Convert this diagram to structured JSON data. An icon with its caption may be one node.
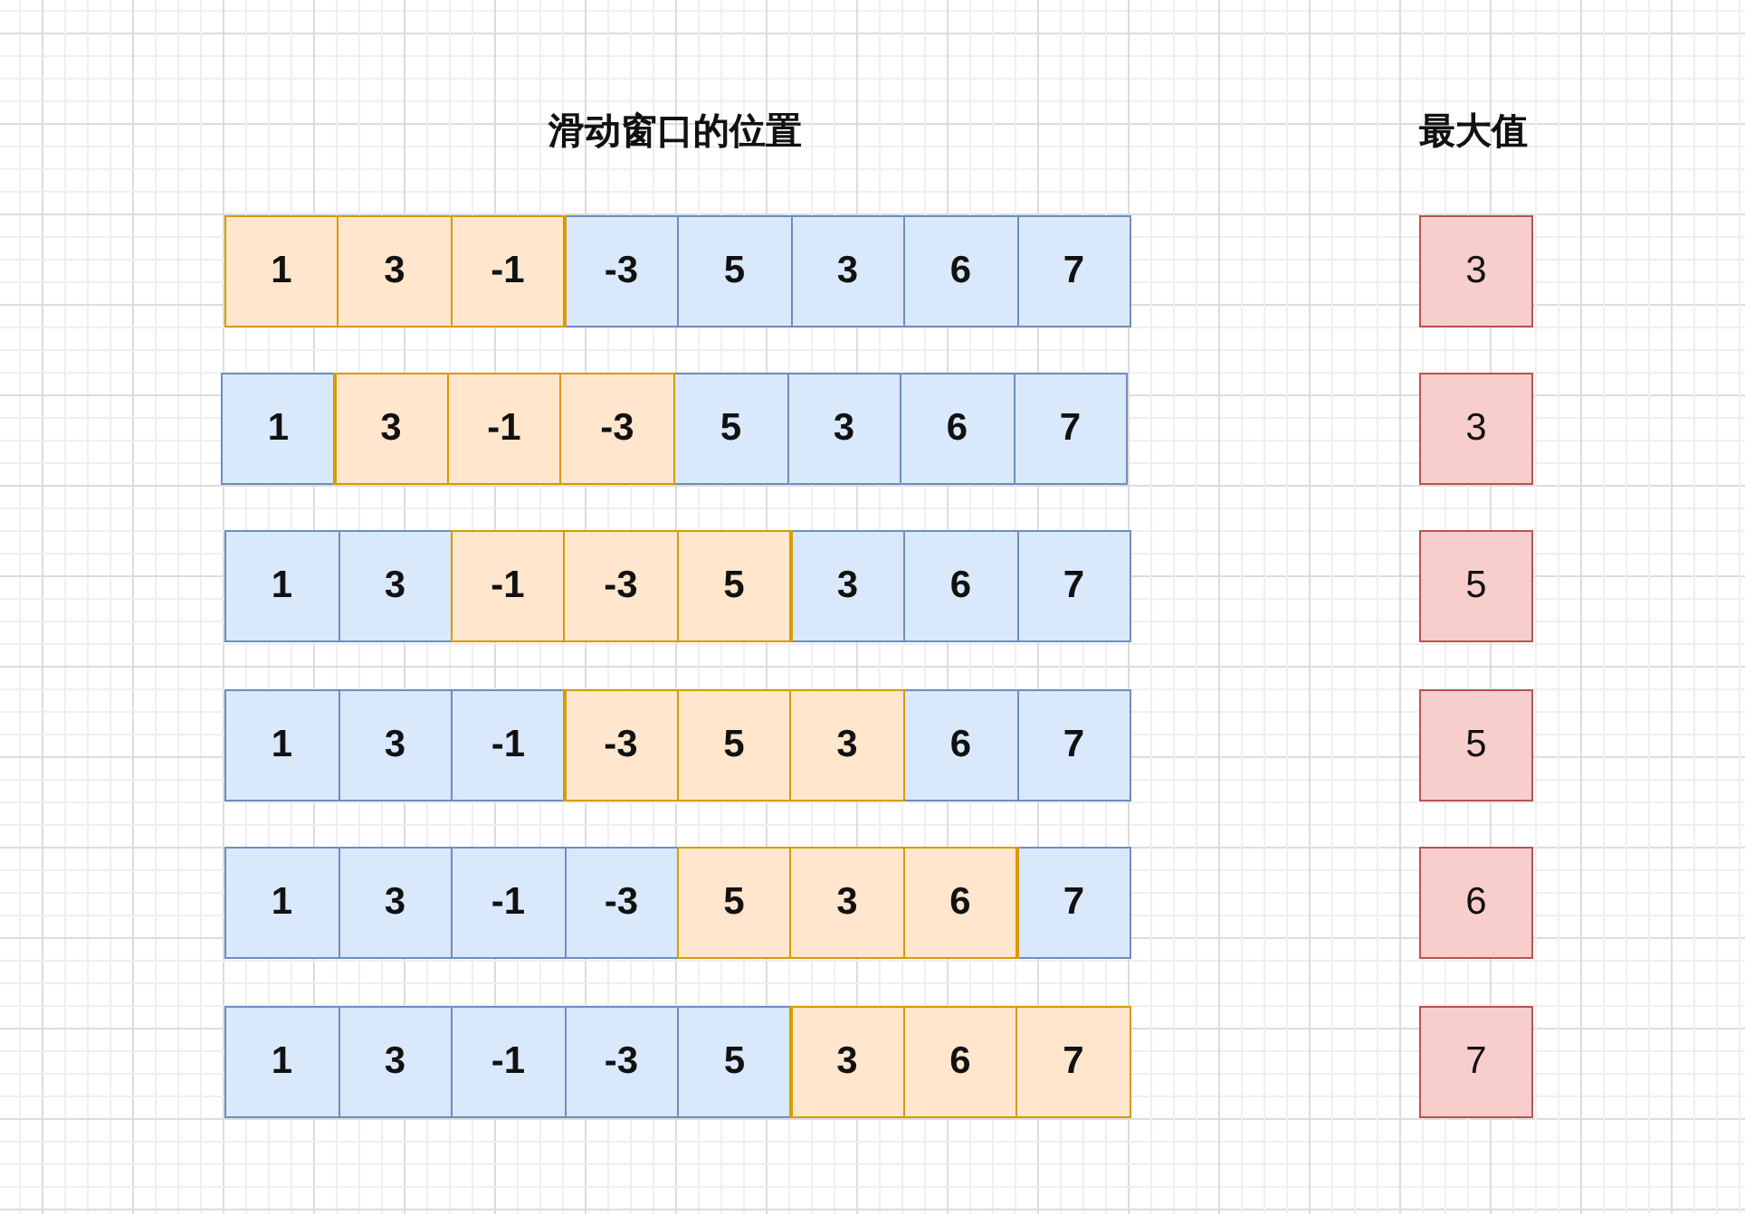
{
  "diagram": {
    "nodes": [
      {
        "text": [],
        "shape": "box"
      },
      {
        "text": [
          "1"
        ],
        "in": 0
      },
      {
        "text": [
          "3"
        ],
        "in": 0
      },
      {
        "text": [
          "-1"
        ],
        "in": 0
      },
      {
        "text": [
          "-3"
        ]
      },
      {
        "text": [
          "5"
        ]
      },
      {
        "text": [
          "3"
        ]
      },
      {
        "text": [
          "6"
        ]
      },
      {
        "text": [
          "7"
        ]
      },
      {
        "text": [
          "3"
        ]
      },
      {
        "text": [
          "1"
        ]
      },
      {
        "text": [],
        "shape": "box"
      },
      {
        "text": [
          "3"
        ],
        "in": 11
      },
      {
        "text": [
          "-1"
        ],
        "in": 11
      },
      {
        "text": [
          "-3"
        ],
        "in": 11
      },
      {
        "text": [
          "5"
        ]
      },
      {
        "text": [
          "3"
        ]
      },
      {
        "text": [
          "6"
        ]
      },
      {
        "text": [
          "7"
        ]
      },
      {
        "text": [
          "3"
        ]
      },
      {
        "text": [
          "1"
        ]
      },
      {
        "text": [
          "3"
        ]
      },
      {
        "text": [],
        "shape": "box"
      },
      {
        "text": [
          "-1"
        ],
        "in": 22
      },
      {
        "text": [
          "-3"
        ],
        "in": 22
      },
      {
        "text": [
          "5"
        ],
        "in": 22
      },
      {
        "text": [
          "3"
        ]
      },
      {
        "text": [
          "6"
        ]
      },
      {
        "text": [
          "7"
        ]
      },
      {
        "text": [
          "5"
        ]
      },
      {
        "text": [
          "1"
        ]
      },
      {
        "text": [
          "3"
        ]
      },
      {
        "text": [
          "-1"
        ]
      },
      {
        "text": [],
        "shape": "box"
      },
      {
        "text": [
          "-3"
        ],
        "in": 33
      },
      {
        "text": [
          "5"
        ],
        "in": 33
      },
      {
        "text": [
          "3"
        ],
        "in": 33
      },
      {
        "text": [
          "6"
        ]
      },
      {
        "text": [
          "7"
        ]
      },
      {
        "text": [
          "5"
        ]
      },
      {
        "text": [
          "1"
        ]
      },
      {
        "text": [
          "3"
        ]
      },
      {
        "text": [
          "-1"
        ]
      },
      {
        "text": [
          "-3"
        ]
      },
      {
        "text": [],
        "shape": "box"
      },
      {
        "text": [
          "5"
        ],
        "in": 44
      },
      {
        "text": [
          "3"
        ],
        "in": 44
      },
      {
        "text": [
          "6"
        ],
        "in": 44
      },
      {
        "text": [
          "7"
        ]
      },
      {
        "text": [
          "6"
        ]
      },
      {
        "text": [
          "1"
        ]
      },
      {
        "text": [
          "3"
        ]
      },
      {
        "text": [
          "-1"
        ]
      },
      {
        "text": [
          "-3"
        ]
      },
      {
        "text": [
          "5"
        ]
      },
      {
        "text": [],
        "shape": "box"
      },
      {
        "text": [
          "3"
        ],
        "in": 55
      },
      {
        "text": [
          "6"
        ],
        "in": 55
      },
      {
        "text": [
          "7"
        ],
        "in": 55
      },
      {
        "text": [
          "7"
        ]
      }
    ],
    "labels": [
      "滑动窗口的位置",
      "最大值"
    ]
  }
}
